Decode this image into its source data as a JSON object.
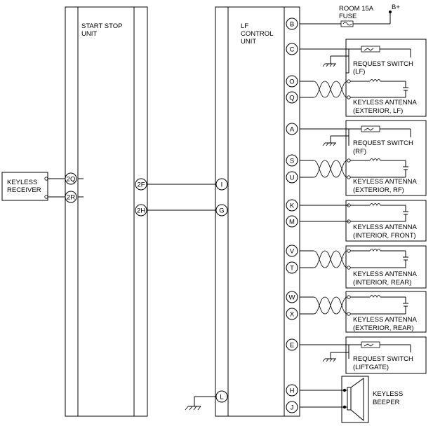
{
  "labels": {
    "start_stop_unit_1": "START STOP",
    "start_stop_unit_2": "UNIT",
    "lf_control_unit_1": "LF",
    "lf_control_unit_2": "CONTROL",
    "lf_control_unit_3": "UNIT",
    "fuse_1": "ROOM 15A",
    "fuse_2": "FUSE",
    "battery": "B+",
    "keyless_receiver_1": "KEYLESS",
    "keyless_receiver_2": "RECEIVER",
    "req_lf_1": "REQUEST SWITCH",
    "req_lf_2": "(LF)",
    "ant_ext_lf_1": "KEYLESS ANTENNA",
    "ant_ext_lf_2": "(EXTERIOR, LF)",
    "req_rf_1": "REQUEST SWITCH",
    "req_rf_2": "(RF)",
    "ant_ext_rf_1": "KEYLESS ANTENNA",
    "ant_ext_rf_2": "(EXTERIOR, RF)",
    "ant_int_front_1": "KEYLESS ANTENNA",
    "ant_int_front_2": "(INTERIOR, FRONT)",
    "ant_int_rear_1": "KEYLESS ANTENNA",
    "ant_int_rear_2": "(INTERIOR, REAR)",
    "ant_ext_rear_1": "KEYLESS ANTENNA",
    "ant_ext_rear_2": "(EXTERIOR, REAR)",
    "req_lg_1": "REQUEST SWITCH",
    "req_lg_2": "(LIFTGATE)",
    "beeper_1": "KEYLESS",
    "beeper_2": "BEEPER"
  },
  "terminals": {
    "t_2Q": "2Q",
    "t_2R": "2R",
    "t_2F": "2F",
    "t_2H": "2H",
    "t_I": "I",
    "t_G": "G",
    "t_L": "L",
    "t_B": "B",
    "t_C": "C",
    "t_O": "O",
    "t_Q": "Q",
    "t_A": "A",
    "t_S": "S",
    "t_U": "U",
    "t_K": "K",
    "t_M": "M",
    "t_V": "V",
    "t_T": "T",
    "t_W": "W",
    "t_X": "X",
    "t_E": "E",
    "t_H": "H",
    "t_J": "J"
  }
}
